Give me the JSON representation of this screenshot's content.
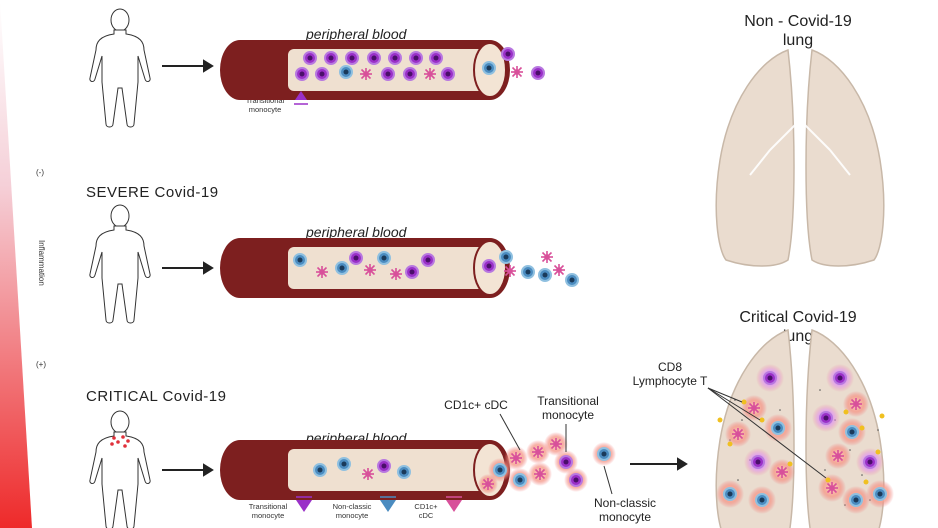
{
  "gradient": {
    "top_color": "#ffffff",
    "bottom_color": "#ee2a2a",
    "minus_label": "(-)",
    "plus_label": "(+)",
    "axis_label": "Inflammation"
  },
  "rows": [
    {
      "label": "",
      "blood_label": "peripheral blood",
      "legend": [
        {
          "name": "Transitional\nmonocyte"
        }
      ]
    },
    {
      "label": "SEVERE  Covid-19",
      "blood_label": "peripheral blood"
    },
    {
      "label": "CRITICAL  Covid-19",
      "blood_label": "peripheral blood",
      "legend": [
        {
          "name": "Transitional\nmonocyte"
        },
        {
          "name": "Non-classic\nmonocyte"
        },
        {
          "name": "CD1c+\ncDC"
        }
      ]
    }
  ],
  "lungs": {
    "normal_title": "Non - Covid-19\nlung",
    "critical_title": "Critical Covid-19\nlung"
  },
  "annotations": {
    "cd1c": "CD1c+ cDC",
    "transitional": "Transitional\nmonocyte",
    "nonclassic": "Non-classic\nmonocyte",
    "cd8": "CD8\nLymphocyte T"
  },
  "colors": {
    "vessel": "#7d1f1f",
    "lumen": "#efe0d0",
    "lung": "#eadccf",
    "lung_stroke": "#c8b8a8",
    "transitional": "#9a30c8",
    "nonclassic": "#4b8cc0",
    "cdc": "#d8509a",
    "glow": "#f07a7a"
  }
}
